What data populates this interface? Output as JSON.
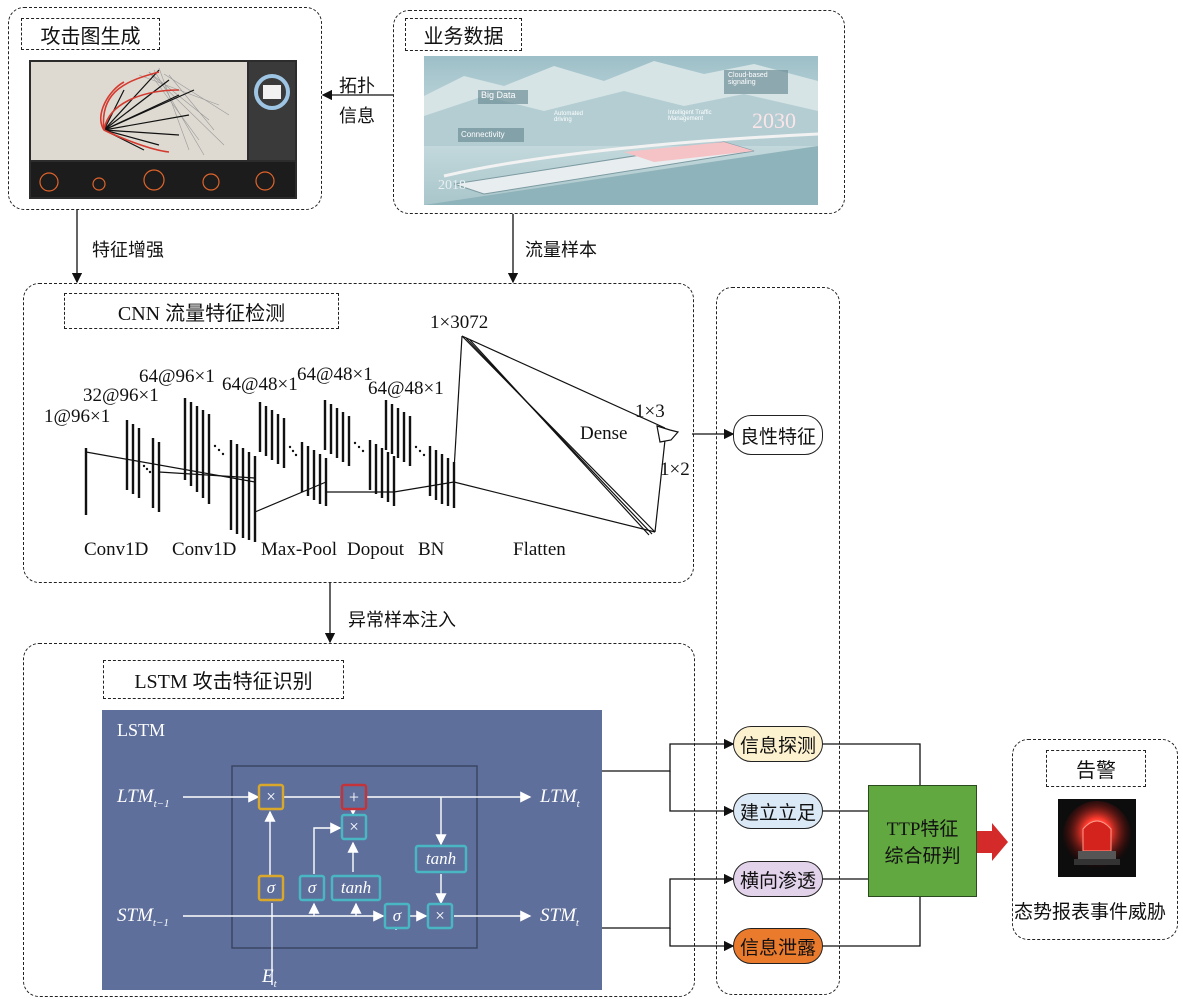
{
  "attack_graph": {
    "title": "攻击图生成"
  },
  "business": {
    "title": "业务数据",
    "overlay": [
      "Big Data",
      "Cloud-based signaling",
      "Automated driving",
      "Intelligent Traffic Management",
      "Connectivity",
      "2030",
      "2018"
    ]
  },
  "arrows": {
    "topology_line1": "拓扑",
    "topology_line2": "信息",
    "feature_enhance": "特征增强",
    "traffic_sample": "流量样本",
    "anomaly_inject": "异常样本注入"
  },
  "cnn": {
    "title": "CNN 流量特征检测",
    "shapes": [
      "1@96×1",
      "32@96×1",
      "64@96×1",
      "64@48×1",
      "64@48×1",
      "64@48×1",
      "1×3072",
      "1×3",
      "1×2"
    ],
    "layers": [
      "Conv1D",
      "Conv1D",
      "Max-Pool",
      "Dopout",
      "BN",
      "Flatten"
    ],
    "dense": "Dense"
  },
  "lstm": {
    "title": "LSTM 攻击特征识别",
    "panel_label": "LSTM",
    "ltm_in": "LTM",
    "ltm_in_sub": "t−1",
    "ltm_out": "LTM",
    "ltm_out_sub": "t",
    "stm_in": "STM",
    "stm_in_sub": "t−1",
    "stm_out": "STM",
    "stm_out_sub": "t",
    "input": "E",
    "input_sub": "t",
    "ops": {
      "mul": "×",
      "add": "+",
      "sigma": "σ",
      "tanh": "tanh"
    }
  },
  "benign": "良性特征",
  "tactics": [
    "信息探测",
    "建立立足",
    "横向渗透",
    "信息泄露"
  ],
  "tactic_colors": [
    "#fdf2cf",
    "#dbe8f6",
    "#e2d3ea",
    "#ea7a2c"
  ],
  "ttp": {
    "line1": "TTP特征",
    "line2": "综合研判",
    "color": "#62a840"
  },
  "alert": {
    "title": "告警",
    "caption": "态势报表事件威胁"
  }
}
